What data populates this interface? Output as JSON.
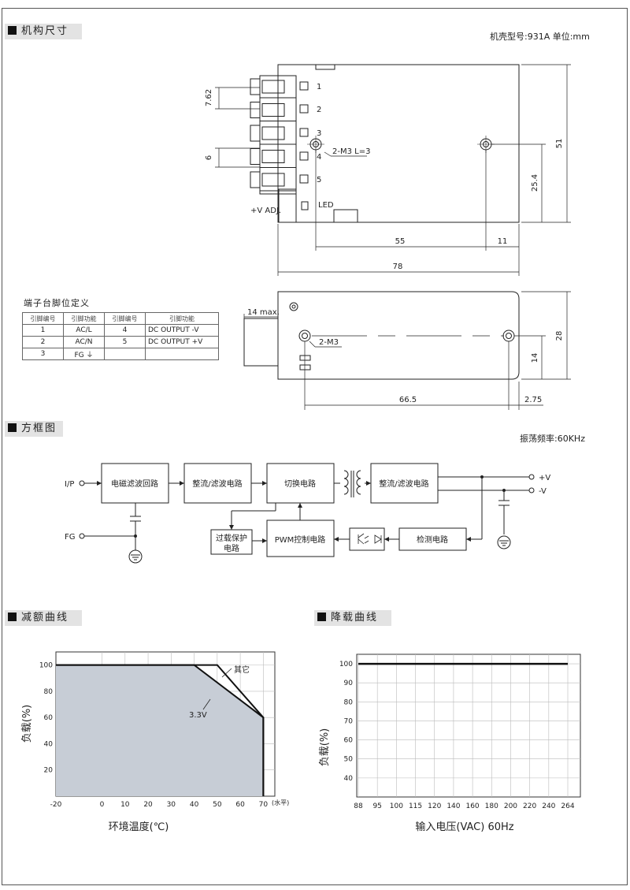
{
  "sections": {
    "mechanical": "机构尺寸",
    "block": "方框图",
    "derating": "减额曲线",
    "deload": "降载曲线"
  },
  "case_info": "机壳型号:931A 单位:mm",
  "osc_freq": "振荡频率:60KHz",
  "dims": {
    "d762": "7.62",
    "d6": "6",
    "d51": "51",
    "d254": "25.4",
    "d55": "55",
    "d11": "11",
    "d78": "78",
    "d14max": "14 max.",
    "d28": "28",
    "d14": "14",
    "d665": "66.5",
    "d275": "2.75",
    "m3_l3": "2-M3 L=3",
    "m3": "2-M3",
    "vadj": "+V ADJ.",
    "led": "LED",
    "pin_nums": [
      "1",
      "2",
      "3",
      "4",
      "5"
    ]
  },
  "pin_table": {
    "caption": "端子台脚位定义",
    "headers": [
      "引脚编号",
      "引脚功能",
      "引脚编号",
      "引脚功能"
    ],
    "rows": [
      [
        "1",
        "AC/L",
        "4",
        "DC OUTPUT -V"
      ],
      [
        "2",
        "AC/N",
        "5",
        "DC OUTPUT +V"
      ],
      [
        "3",
        "FG ⏚",
        "",
        ""
      ]
    ]
  },
  "block_diagram": {
    "ip": "I/P",
    "fg": "FG",
    "emi": "电磁滤波回路",
    "rect1": "整流/滤波电路",
    "switch": "切换电路",
    "rect2": "整流/滤波电路",
    "ocp1": "过载保护",
    "ocp2": "电路",
    "pwm": "PWM控制电路",
    "detect": "检测电路",
    "vplus": "+V",
    "vminus": "-V"
  },
  "derating_chart": {
    "ylabel": "负载(%)",
    "xlabel": "环境温度(℃)",
    "xunit": "(水平)",
    "label_other": "其它",
    "label_33": "3.3V"
  },
  "load_chart": {
    "ylabel": "负载(%)",
    "xlabel": "输入电压(VAC) 60Hz"
  },
  "chart_data": [
    {
      "type": "area",
      "xlabel": "环境温度(℃)",
      "ylabel": "负载(%)",
      "xlim": [
        -20,
        75
      ],
      "ylim": [
        0,
        110
      ],
      "x_ticks": [
        -20,
        0,
        10,
        20,
        30,
        40,
        50,
        60,
        70
      ],
      "y_ticks": [
        20,
        40,
        60,
        80,
        100
      ],
      "series": [
        {
          "name": "3.3V",
          "x": [
            -20,
            40,
            70,
            70
          ],
          "y": [
            100,
            100,
            60,
            0
          ]
        },
        {
          "name": "其它",
          "x": [
            -20,
            50,
            70,
            70
          ],
          "y": [
            100,
            100,
            60,
            0
          ]
        }
      ]
    },
    {
      "type": "line",
      "xlabel": "输入电压(VAC) 60Hz",
      "ylabel": "负载(%)",
      "ylim": [
        30,
        105
      ],
      "categories": [
        "88",
        "95",
        "100",
        "115",
        "120",
        "140",
        "160",
        "180",
        "200",
        "220",
        "240",
        "264"
      ],
      "y_ticks": [
        40,
        50,
        60,
        70,
        80,
        90,
        100
      ],
      "series": [
        {
          "values": [
            100,
            100,
            100,
            100,
            100,
            100,
            100,
            100,
            100,
            100,
            100,
            100
          ]
        }
      ]
    }
  ]
}
